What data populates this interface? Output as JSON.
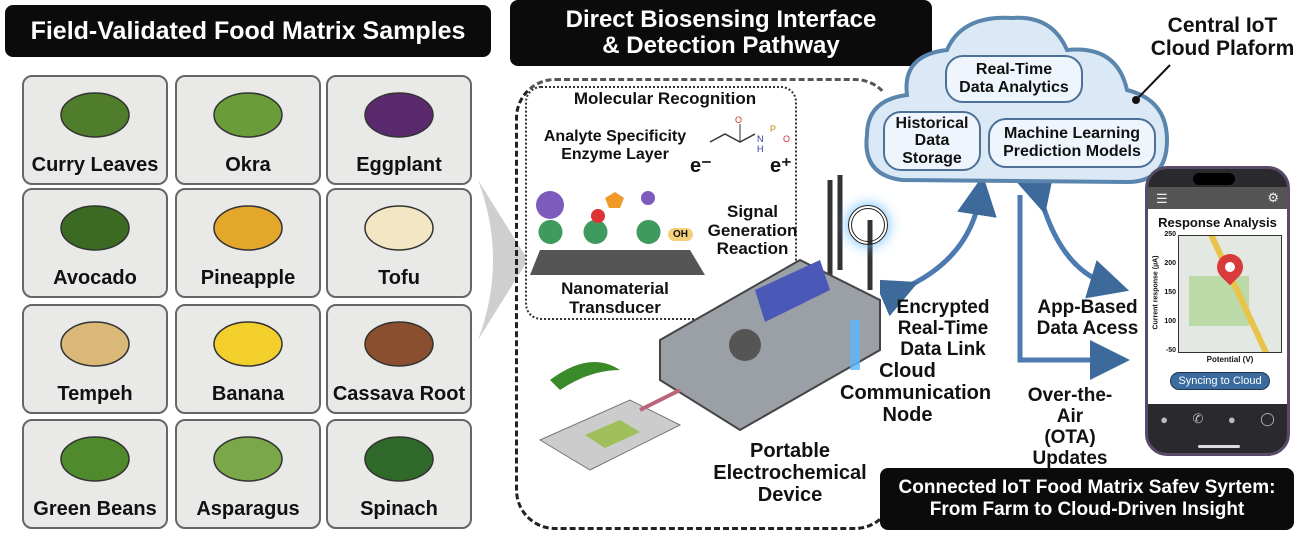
{
  "samples": {
    "title": "Field-Validated Food Matrix Samples",
    "items": [
      {
        "label": "Curry Leaves",
        "color": "#4f7d2c"
      },
      {
        "label": "Okra",
        "color": "#6a9c3a"
      },
      {
        "label": "Eggplant",
        "color": "#5b2a6e"
      },
      {
        "label": "Avocado",
        "color": "#3d6a22"
      },
      {
        "label": "Pineapple",
        "color": "#e3a72a"
      },
      {
        "label": "Tofu",
        "color": "#f3e6c4"
      },
      {
        "label": "Tempeh",
        "color": "#d9b878"
      },
      {
        "label": "Banana",
        "color": "#f2cf2a"
      },
      {
        "label": "Cassava Root",
        "color": "#8a4f2e"
      },
      {
        "label": "Green Beans",
        "color": "#4f8a2c"
      },
      {
        "label": "Asparagus",
        "color": "#7aa848"
      },
      {
        "label": "Spinach",
        "color": "#2f6a2a"
      }
    ]
  },
  "pathway": {
    "title_line1": "Direct Biosensing Interface",
    "title_line2": "& Detection Pathway",
    "molecular_recognition": "Molecular Recognition",
    "enzyme_layer_1": "Analyte Specificity",
    "enzyme_layer_2": "Enzyme Layer",
    "signal_1": "Signal",
    "signal_2": "Generation",
    "signal_3": "Reaction",
    "transducer_1": "Nanomaterial",
    "transducer_2": "Transducer",
    "oh": "OH",
    "e_minus": "e⁻",
    "e_plus": "e⁺",
    "molecule_atoms": [
      "O",
      "N",
      "H",
      "P",
      "O"
    ],
    "device_1": "Portable",
    "device_2": "Electrochemical",
    "device_3": "Device",
    "node_1": "Cloud",
    "node_2": "Communication",
    "node_3": "Node"
  },
  "links": {
    "encrypted_1": "Encrypted",
    "encrypted_2": "Real-Time",
    "encrypted_3": "Data Link",
    "app_1": "App-Based",
    "app_2": "Data Acess",
    "ota_1": "Over-the-Air",
    "ota_2": "(OTA)",
    "ota_3": "Updates"
  },
  "cloud": {
    "title_1": "Central IoT",
    "title_2": "Cloud Plaform",
    "realtime_1": "Real-Time",
    "realtime_2": "Data Analytics",
    "historical_1": "Historical",
    "historical_2": "Data",
    "historical_3": "Storage",
    "ml_1": "Machine Learning",
    "ml_2": "Prediction Models",
    "color": "#dbe9f7"
  },
  "phone": {
    "screen_title": "Response Analysis",
    "y_label": "Current response (µA)",
    "x_label": "Potential (V)",
    "y_ticks": [
      "250",
      "200",
      "150",
      "100",
      "-50"
    ],
    "sync_button": "Syncing to Cloud",
    "nav_icons": [
      "user-icon",
      "phone-icon",
      "chat-icon",
      "globe-icon"
    ]
  },
  "banner": {
    "line1": "Connected IoT Food Matrix Safev Syrtem:",
    "line2": "From Farm to Cloud-Driven Insight"
  }
}
